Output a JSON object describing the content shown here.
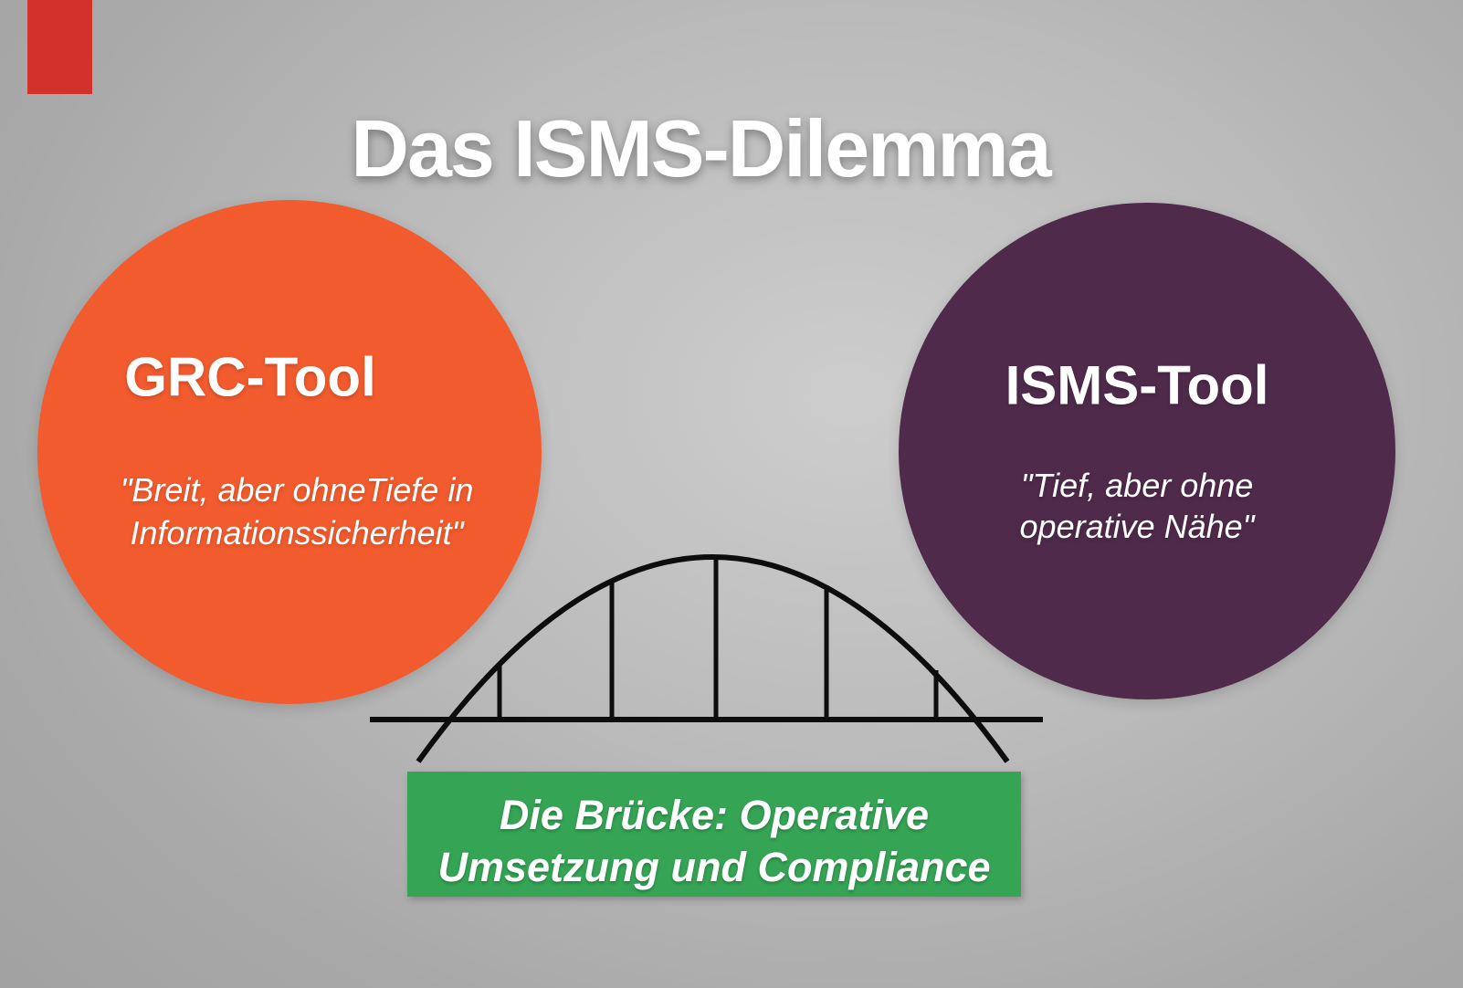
{
  "title": "Das ISMS-Dilemma",
  "left_circle": {
    "label": "GRC-Tool",
    "quote_lines": [
      "\"Breit, aber ohneTiefe in",
      "Informationssicherheit\""
    ],
    "color": "#f15b2e"
  },
  "right_circle": {
    "label": "ISMS-Tool",
    "quote_lines": [
      "\"Tief, aber ohne",
      "operative Nähe\""
    ],
    "color": "#4f2a4b"
  },
  "bridge_label": {
    "lines": [
      "Die Brücke: Operative",
      "Umsetzung und Compliance"
    ],
    "color": "#35a455"
  },
  "colors": {
    "background_gray": "#b5b5b5",
    "red_marker": "#d3312c",
    "bridge_stroke": "#0d0d0d",
    "text": "#ffffff"
  }
}
